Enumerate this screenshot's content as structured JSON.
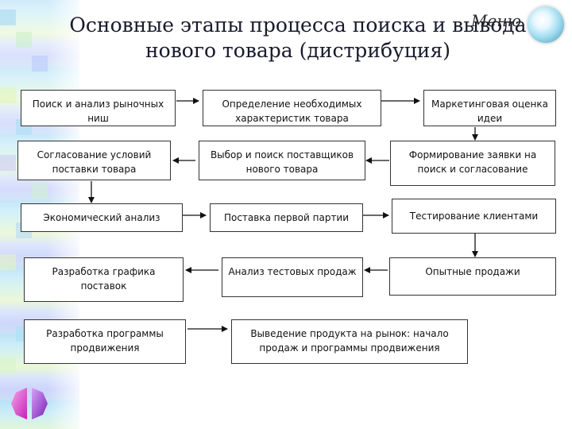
{
  "header": {
    "title": "Основные этапы процесса поиска и вывода нового товара (дистрибуция)",
    "menu_label": "Меню"
  },
  "steps": {
    "s1": "Поиск и анализ рыночных ниш",
    "s2": "Определение необходимых характеристик товара",
    "s3": "Маркетинговая оценка идеи",
    "s4": "Формирование заявки на поиск и согласование",
    "s5": "Выбор и поиск поставщиков нового товара",
    "s6": "Согласование условий поставки товара",
    "s7": "Экономический анализ",
    "s8": "Поставка первой партии",
    "s9": "Тестирование клиентами",
    "s10": "Опытные продажи",
    "s11": "Анализ тестовых продаж",
    "s12": "Разработка графика поставок",
    "s13": "Разработка программы продвижения",
    "s14": "Выведение продукта на рынок: начало продаж и программы продвижения"
  },
  "colors": {
    "border": "#333333",
    "title_text": "#1a1a2e",
    "nav_left": "#e14ad0",
    "nav_right": "#9b2fd6"
  },
  "icons": {
    "menu_orb": "menu-orb-icon",
    "nav_prev": "arrow-left-icon",
    "nav_next": "arrow-right-icon"
  }
}
